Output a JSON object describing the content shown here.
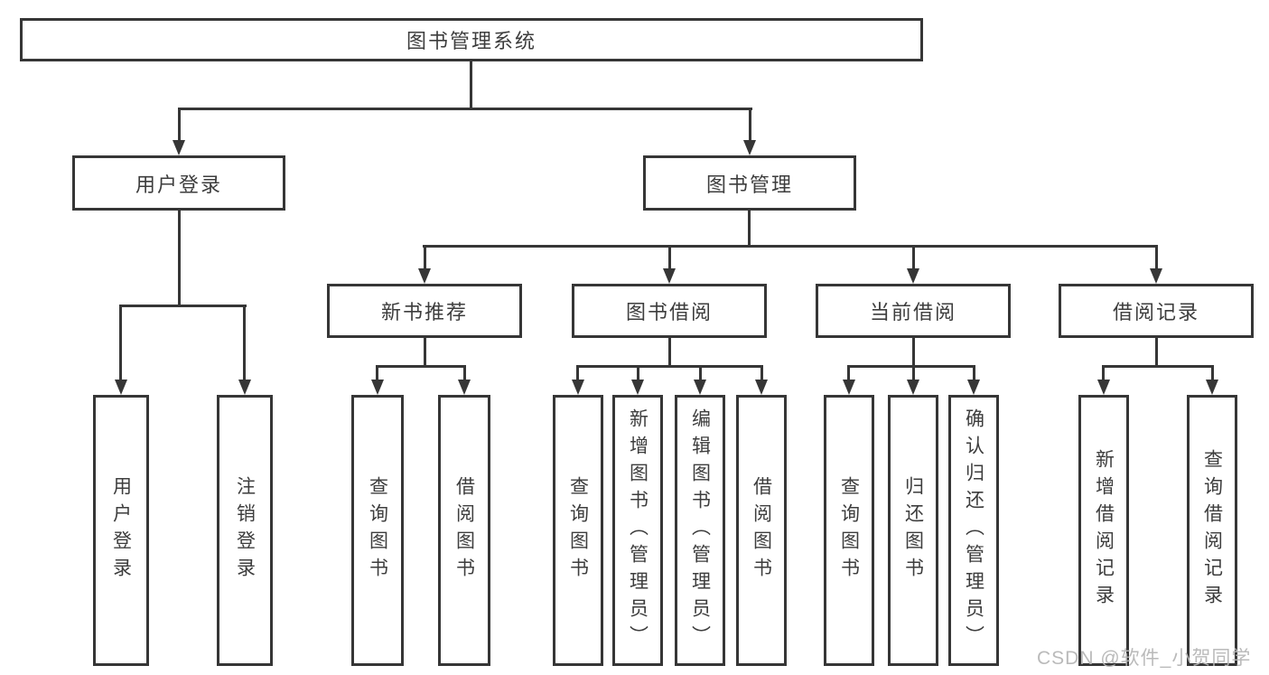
{
  "root_label": "图书管理系统",
  "nodes": {
    "user_login": "用户登录",
    "book_management": "图书管理",
    "new_books": "新书推荐",
    "book_borrow": "图书借阅",
    "current_borrow": "当前借阅",
    "borrow_records": "借阅记录"
  },
  "leaves": {
    "user_login": [
      "用户登录",
      "注销登录"
    ],
    "new_books": [
      "查询图书",
      "借阅图书"
    ],
    "book_borrow": [
      "查询图书",
      "新增图书（管理员）",
      "编辑图书（管理员）",
      "借阅图书"
    ],
    "current_borrow": [
      "查询图书",
      "归还图书",
      "确认归还（管理员）"
    ],
    "borrow_records": [
      "新增借阅记录",
      "查询借阅记录"
    ]
  },
  "watermark": "CSDN @软件_小贺同学",
  "colors": {
    "line": "#363636",
    "text": "#3d3d3d",
    "background": "#ffffff",
    "watermark": "#b6b6b6"
  }
}
